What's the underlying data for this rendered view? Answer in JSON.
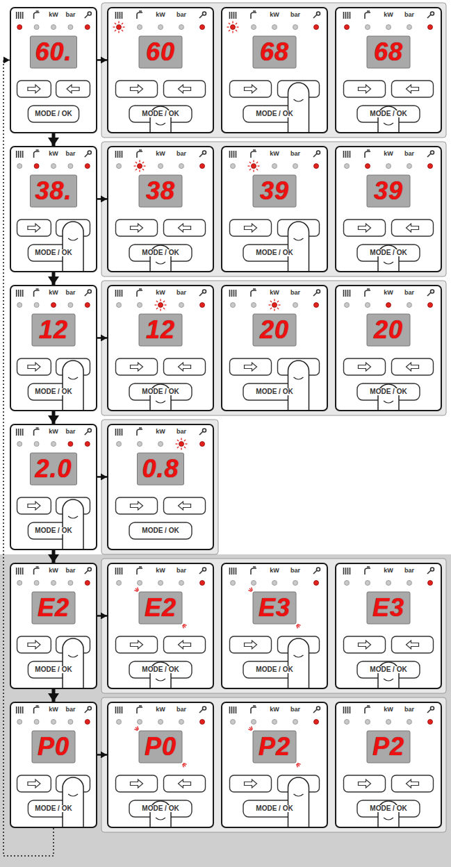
{
  "diagram": {
    "nodes": [
      {
        "text": [
          "60.",
          "kW",
          "bar",
          "MODE / OK"
        ]
      },
      {
        "text": [
          "60",
          "kW",
          "bar",
          "MODE / OK"
        ]
      },
      {
        "text": [
          "68",
          "kW",
          "bar",
          "MODE / OK"
        ]
      },
      {
        "text": [
          "68",
          "kW",
          "bar",
          "MODE / OK"
        ]
      },
      {
        "text": [
          "38.",
          "kW",
          "bar",
          "MODE / OK"
        ]
      },
      {
        "text": [
          "38",
          "kW",
          "bar",
          "MODE / OK"
        ]
      },
      {
        "text": [
          "39",
          "kW",
          "bar",
          "MODE / OK"
        ]
      },
      {
        "text": [
          "39",
          "kW",
          "bar",
          "MODE / OK"
        ]
      },
      {
        "text": [
          "12",
          "kW",
          "bar",
          "MODE / OK"
        ]
      },
      {
        "text": [
          "12",
          "kW",
          "bar",
          "MODE / OK"
        ]
      },
      {
        "text": [
          "20",
          "kW",
          "bar",
          "MODE / OK"
        ]
      },
      {
        "text": [
          "20",
          "kW",
          "bar",
          "MODE / OK"
        ]
      },
      {
        "text": [
          "2.0",
          "kW",
          "bar",
          "MODE / OK"
        ]
      },
      {
        "text": [
          "0.8",
          "kW",
          "bar",
          "MODE / OK"
        ]
      },
      {
        "text": [
          "E2",
          "kW",
          "bar",
          "MODE / OK"
        ]
      },
      {
        "text": [
          "E2",
          "kW",
          "bar",
          "MODE / OK"
        ]
      },
      {
        "text": [
          "E3",
          "kW",
          "bar",
          "MODE / OK"
        ]
      },
      {
        "text": [
          "E3",
          "kW",
          "bar",
          "MODE / OK"
        ]
      },
      {
        "text": [
          "P0",
          "kW",
          "bar",
          "MODE / OK"
        ]
      },
      {
        "text": [
          "P0",
          "kW",
          "bar",
          "MODE / OK"
        ]
      },
      {
        "text": [
          "P2",
          "kW",
          "bar",
          "MODE / OK"
        ]
      },
      {
        "text": [
          "P2",
          "kW",
          "bar",
          "MODE / OK"
        ]
      }
    ],
    "edges": [
      {
        "from": 0,
        "to": 1,
        "arrow": "to"
      },
      {
        "from": 0,
        "to": 4,
        "arrow": "to"
      },
      {
        "from": 4,
        "to": 5,
        "arrow": "to"
      },
      {
        "from": 4,
        "to": 8,
        "arrow": "to"
      },
      {
        "from": 8,
        "to": 9,
        "arrow": "to"
      },
      {
        "from": 8,
        "to": 12,
        "arrow": "to"
      },
      {
        "from": 12,
        "to": 13,
        "arrow": "to"
      },
      {
        "from": 12,
        "to": 14,
        "arrow": "to"
      },
      {
        "from": 14,
        "to": 15,
        "arrow": "to"
      },
      {
        "from": 14,
        "to": 18,
        "arrow": "to"
      },
      {
        "from": 18,
        "to": 19,
        "arrow": "to"
      },
      {
        "from": 18,
        "to": 0,
        "arrow": "to"
      }
    ]
  }
}
